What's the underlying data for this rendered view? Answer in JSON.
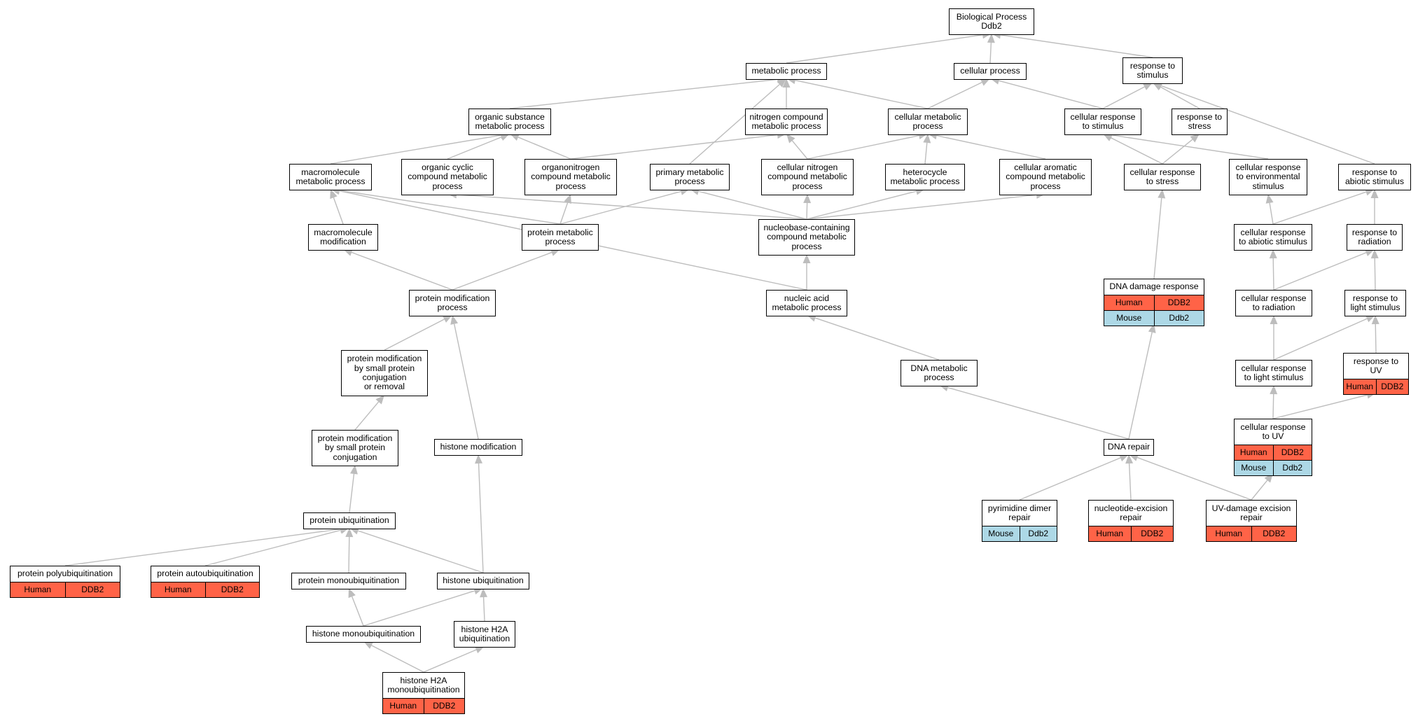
{
  "colors": {
    "edge": "#bdbdbd",
    "human": "#ff6347",
    "mouse": "#add8e6",
    "border": "#000000"
  },
  "nodes": {
    "bp": {
      "label": "Biological Process\nDdb2"
    },
    "metabolic": {
      "label": "metabolic process"
    },
    "cellular": {
      "label": "cellular process"
    },
    "resp_stim": {
      "label": "response to\nstimulus"
    },
    "org_sub": {
      "label": "organic substance\nmetabolic process"
    },
    "nitro": {
      "label": "nitrogen compound\nmetabolic process"
    },
    "cell_met": {
      "label": "cellular metabolic\nprocess"
    },
    "cell_resp_stim": {
      "label": "cellular response\nto stimulus"
    },
    "resp_stress": {
      "label": "response to\nstress"
    },
    "macro_met": {
      "label": "macromolecule\nmetabolic process"
    },
    "org_cyclic": {
      "label": "organic cyclic\ncompound metabolic\nprocess"
    },
    "organonitro": {
      "label": "organonitrogen\ncompound metabolic\nprocess"
    },
    "primary": {
      "label": "primary metabolic\nprocess"
    },
    "cell_nitro": {
      "label": "cellular nitrogen\ncompound metabolic\nprocess"
    },
    "heterocycle": {
      "label": "heterocycle\nmetabolic process"
    },
    "cell_arom": {
      "label": "cellular aromatic\ncompound metabolic\nprocess"
    },
    "cell_resp_stress": {
      "label": "cellular response\nto stress"
    },
    "cell_resp_env": {
      "label": "cellular response\nto environmental\nstimulus"
    },
    "resp_abiotic": {
      "label": "response to\nabiotic stimulus"
    },
    "macro_mod": {
      "label": "macromolecule\nmodification"
    },
    "prot_met": {
      "label": "protein metabolic\nprocess"
    },
    "nucleobase": {
      "label": "nucleobase-containing\ncompound metabolic\nprocess"
    },
    "cell_resp_abiotic": {
      "label": "cellular response\nto abiotic stimulus"
    },
    "resp_rad": {
      "label": "response to\nradiation"
    },
    "prot_mod": {
      "label": "protein modification\nprocess"
    },
    "nucleic": {
      "label": "nucleic acid\nmetabolic process"
    },
    "dna_damage": {
      "label": "DNA damage response",
      "ann": [
        [
          "Human",
          "DDB2"
        ],
        [
          "Mouse",
          "Ddb2"
        ]
      ]
    },
    "cell_resp_rad": {
      "label": "cellular response\nto radiation"
    },
    "resp_light": {
      "label": "response to\nlight stimulus"
    },
    "prot_mod_small": {
      "label": "protein modification\nby small protein\nconjugation\nor removal"
    },
    "dna_met": {
      "label": "DNA metabolic\nprocess"
    },
    "cell_resp_light": {
      "label": "cellular response\nto light stimulus"
    },
    "resp_uv": {
      "label": "response to\nUV",
      "ann": [
        [
          "Human",
          "DDB2"
        ]
      ]
    },
    "prot_mod_conj": {
      "label": "protein modification\nby small protein\nconjugation"
    },
    "histone_mod": {
      "label": "histone modification"
    },
    "dna_repair": {
      "label": "DNA repair"
    },
    "cell_resp_uv": {
      "label": "cellular response\nto UV",
      "ann": [
        [
          "Human",
          "DDB2"
        ],
        [
          "Mouse",
          "Ddb2"
        ]
      ]
    },
    "pyrimidine": {
      "label": "pyrimidine dimer\nrepair",
      "ann": [
        [
          "Mouse",
          "Ddb2"
        ]
      ]
    },
    "ner": {
      "label": "nucleotide-excision\nrepair",
      "ann": [
        [
          "Human",
          "DDB2"
        ]
      ]
    },
    "uv_excision": {
      "label": "UV-damage excision\nrepair",
      "ann": [
        [
          "Human",
          "DDB2"
        ]
      ]
    },
    "prot_ubiq": {
      "label": "protein ubiquitination"
    },
    "prot_polyubiq": {
      "label": "protein polyubiquitination",
      "ann": [
        [
          "Human",
          "DDB2"
        ]
      ]
    },
    "prot_autoubiq": {
      "label": "protein autoubiquitination",
      "ann": [
        [
          "Human",
          "DDB2"
        ]
      ]
    },
    "prot_monoubiq": {
      "label": "protein monoubiquitination"
    },
    "histone_ubiq": {
      "label": "histone ubiquitination"
    },
    "histone_monoubiq": {
      "label": "histone monoubiquitination"
    },
    "h2a_ubiq": {
      "label": "histone H2A\nubiquitination"
    },
    "h2a_monoubiq": {
      "label": "histone H2A\nmonoubiquitination",
      "ann": [
        [
          "Human",
          "DDB2"
        ]
      ]
    }
  }
}
